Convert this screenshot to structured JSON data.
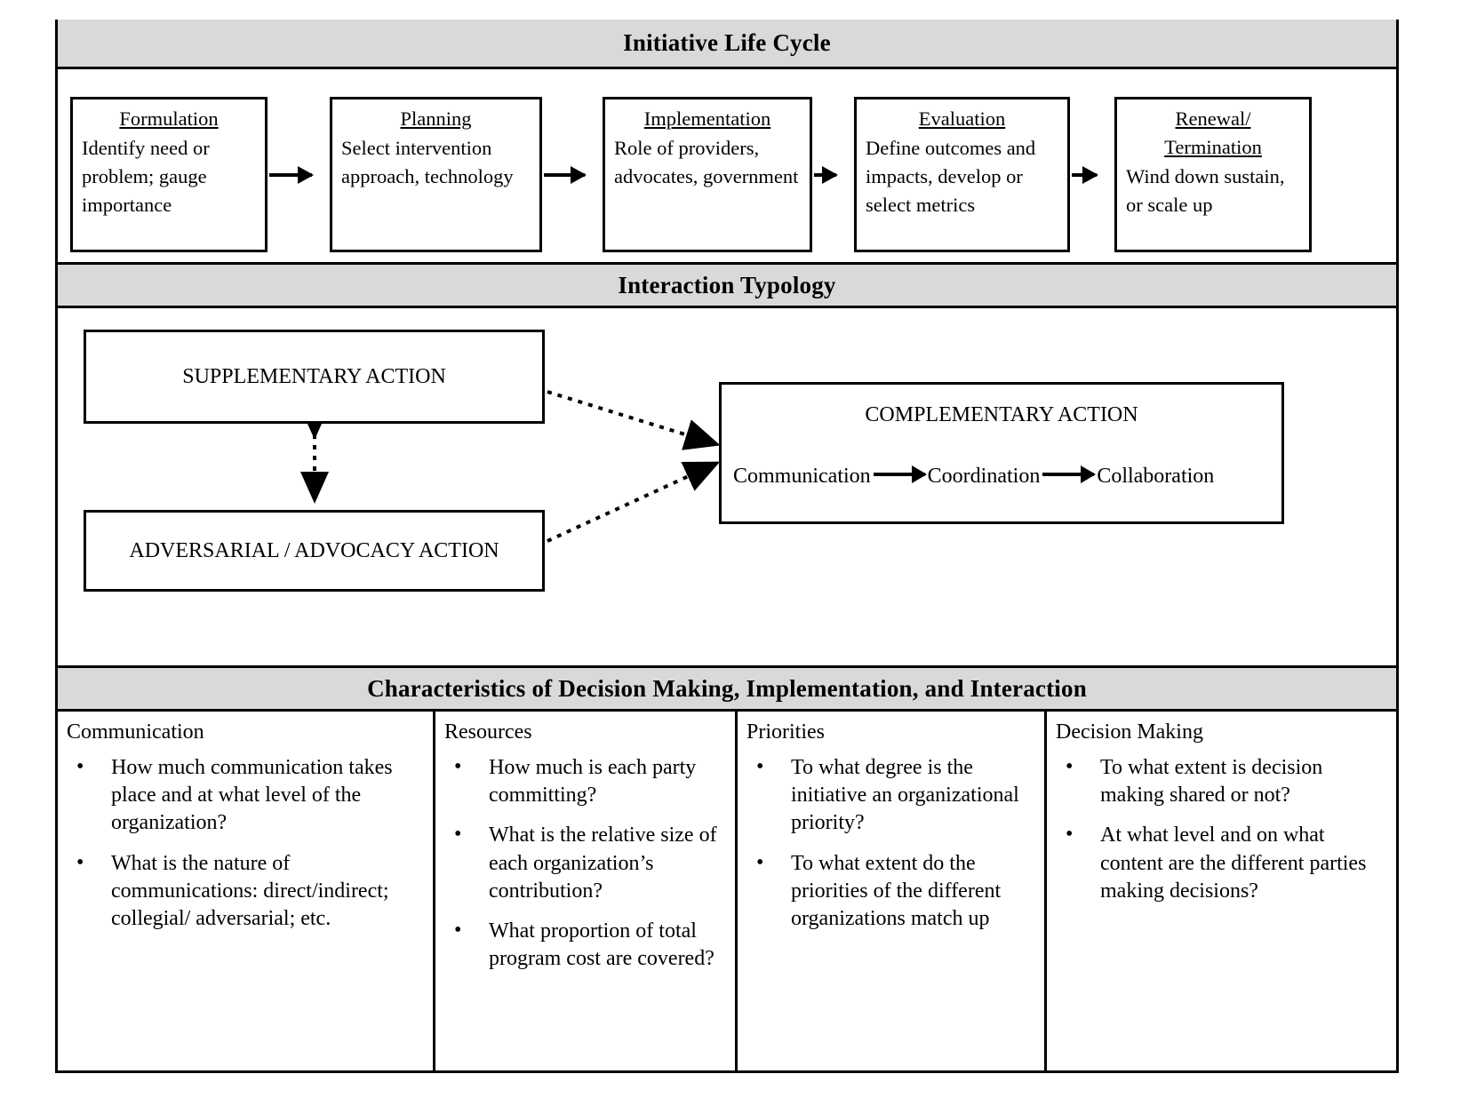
{
  "sections": {
    "lifecycle": {
      "band_title": "Initiative Life Cycle",
      "stages": [
        {
          "title": "Formulation",
          "body": "Identify need or problem; gauge importance"
        },
        {
          "title": "Planning",
          "body": "Select intervention approach, technology"
        },
        {
          "title": "Implementation",
          "body": "Role of providers, advocates, government"
        },
        {
          "title": "Evaluation",
          "body": "Define outcomes and impacts, develop or select metrics"
        },
        {
          "title": "Renewal/ Termination",
          "body": "Wind down sustain, or scale up"
        }
      ]
    },
    "typology": {
      "band_title": "Interaction Typology",
      "supplementary_label": "SUPPLEMENTARY ACTION",
      "adversarial_label": "ADVERSARIAL / ADVOCACY ACTION",
      "complementary_title": "COMPLEMENTARY ACTION",
      "complementary_chain": [
        "Communication",
        "Coordination",
        "Collaboration"
      ]
    },
    "characteristics": {
      "band_title": "Characteristics of Decision Making, Implementation, and Interaction",
      "columns": [
        {
          "heading": "Communication",
          "items": [
            "How much communication takes place and at what level of the organization?",
            "What is the nature of communications: direct/indirect; collegial/ adversarial; etc."
          ]
        },
        {
          "heading": "Resources",
          "items": [
            "How much is each party committing?",
            "What is the relative size of each organization’s contribution?",
            "What proportion of total program cost are covered?"
          ]
        },
        {
          "heading": "Priorities",
          "items": [
            "To what degree is the initiative an organizational priority?",
            "To what extent do the priorities of the different organizations match up"
          ]
        },
        {
          "heading": "Decision Making",
          "items": [
            "To what extent is decision making shared or not?",
            "At what level and on what content are the different parties making decisions?"
          ]
        }
      ]
    }
  },
  "icons": {
    "bullet": "•"
  },
  "colors": {
    "band_fill": "#d9d9d9",
    "stroke": "#000000",
    "page_bg": "#ffffff"
  }
}
